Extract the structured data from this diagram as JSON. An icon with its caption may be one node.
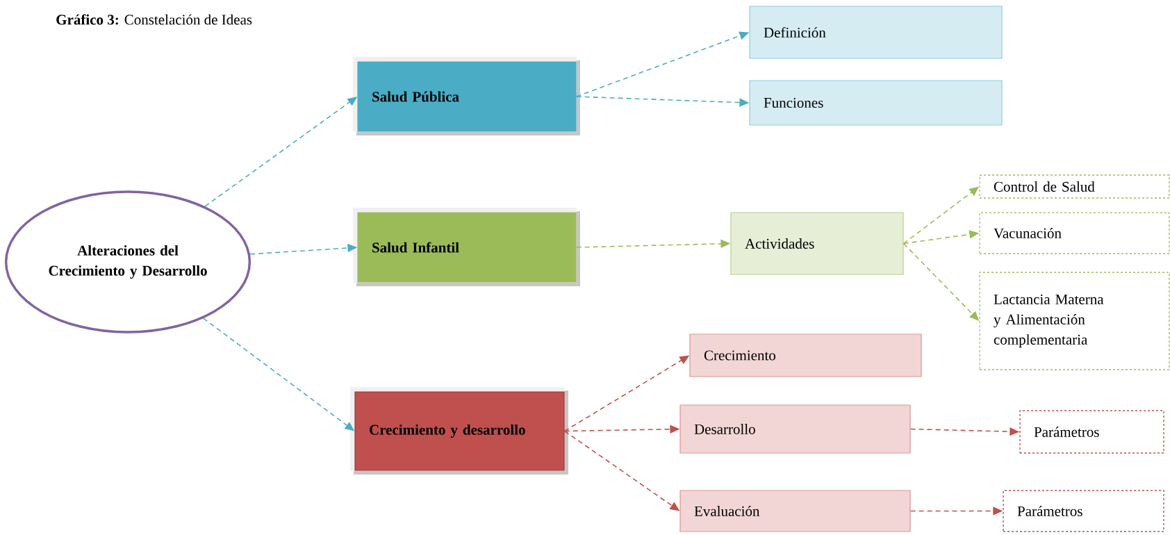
{
  "diagram": {
    "title": "**Gráfico 3:** Constelación de Ideas",
    "nodes": [
      {
        "text": [
          "Alteraciones del Crecimiento y Desarrollo"
        ]
      },
      {
        "text": [
          "Salud Pública"
        ]
      },
      {
        "text": [
          "Definición"
        ]
      },
      {
        "text": [
          "Funciones"
        ]
      },
      {
        "text": [
          "Salud Infantil"
        ]
      },
      {
        "text": [
          "Actividades"
        ]
      },
      {
        "text": [
          "Control de Salud"
        ]
      },
      {
        "text": [
          "Vacunación"
        ]
      },
      {
        "text": [
          "Lactancia Materna y Alimentación complementaria"
        ]
      },
      {
        "text": [
          "Crecimiento y desarrollo"
        ]
      },
      {
        "text": [
          "Crecimiento"
        ]
      },
      {
        "text": [
          "Desarrollo"
        ]
      },
      {
        "text": [
          "Parámetros"
        ]
      },
      {
        "text": [
          "Evaluación"
        ]
      },
      {
        "text": [
          "Parámetros"
        ]
      }
    ],
    "edges": [
      {
        "from": 0,
        "to": 1,
        "arrow": "to",
        "style": "dashed",
        "color": "#4bacc6"
      },
      {
        "from": 0,
        "to": 4,
        "arrow": "to",
        "style": "dashed",
        "color": "#4bacc6"
      },
      {
        "from": 0,
        "to": 9,
        "arrow": "to",
        "style": "dashed",
        "color": "#4bacc6"
      },
      {
        "from": 1,
        "to": 2,
        "arrow": "to",
        "style": "dashed",
        "color": "#4bacc6"
      },
      {
        "from": 1,
        "to": 3,
        "arrow": "to",
        "style": "dashed",
        "color": "#4bacc6"
      },
      {
        "from": 4,
        "to": 5,
        "arrow": "to",
        "style": "dashed",
        "color": "#9bbb59"
      },
      {
        "from": 5,
        "to": 6,
        "arrow": "to",
        "style": "dashed",
        "color": "#9bbb59"
      },
      {
        "from": 5,
        "to": 7,
        "arrow": "to",
        "style": "dashed",
        "color": "#9bbb59"
      },
      {
        "from": 5,
        "to": 8,
        "arrow": "to",
        "style": "dashed",
        "color": "#9bbb59"
      },
      {
        "from": 9,
        "to": 10,
        "arrow": "to",
        "style": "dashed",
        "color": "#c0504d"
      },
      {
        "from": 9,
        "to": 11,
        "arrow": "to",
        "style": "dashed",
        "color": "#c0504d"
      },
      {
        "from": 9,
        "to": 13,
        "arrow": "to",
        "style": "dashed",
        "color": "#c0504d"
      },
      {
        "from": 11,
        "to": 12,
        "arrow": "to",
        "style": "dashed",
        "color": "#c0504d"
      },
      {
        "from": 13,
        "to": 14,
        "arrow": "to",
        "style": "dashed",
        "color": "#c0504d"
      }
    ]
  }
}
